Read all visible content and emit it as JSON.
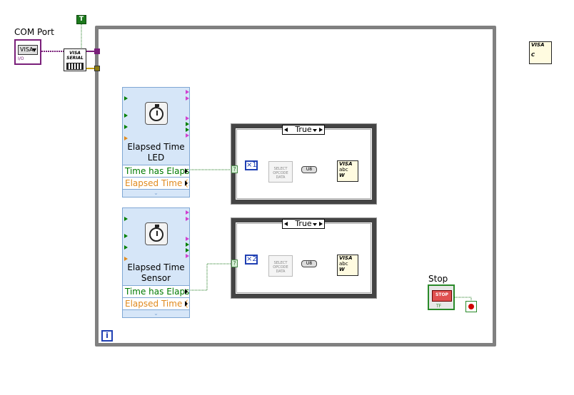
{
  "com_port": {
    "label": "COM Port",
    "resource_text": "VISA",
    "io_text": "I/O"
  },
  "serial_config": {
    "label_line1": "VISA",
    "label_line2": "SERIAL"
  },
  "true_constant": {
    "text": "T"
  },
  "loop": {
    "iteration_text": "i"
  },
  "timers": [
    {
      "title_line1": "Elapsed Time",
      "title_line2": "LED",
      "out1": "Time has Elapse",
      "out2": "Elapsed Time (s)"
    },
    {
      "title_line1": "Elapsed Time",
      "title_line2": "Sensor",
      "out1": "Time has Elapse",
      "out2": "Elapsed Time (s)"
    }
  ],
  "cases": [
    {
      "selector": "True",
      "constant": "1",
      "constant_prefix": "×",
      "opcode_text": "SELECT OPCODE DATA",
      "u8_text": "U8",
      "visa_write_text": "VISA",
      "visa_sub": "abc",
      "visa_w": "W"
    },
    {
      "selector": "True",
      "constant": "2",
      "constant_prefix": "×",
      "opcode_text": "SELECT OPCODE DATA",
      "u8_text": "U8",
      "visa_write_text": "VISA",
      "visa_sub": "abc",
      "visa_w": "W"
    }
  ],
  "case_terminal_text": "?",
  "stop": {
    "label": "Stop",
    "face_text": "STOP",
    "tf_text": "TF"
  },
  "close_vi": {
    "text1": "VISA",
    "text2": "C"
  },
  "colors": {
    "visa_wire": "#7a1f7a",
    "bool_wire": "#1d7a1d",
    "numeric_wire": "#1f3fb3",
    "loop_border": "#808080"
  }
}
